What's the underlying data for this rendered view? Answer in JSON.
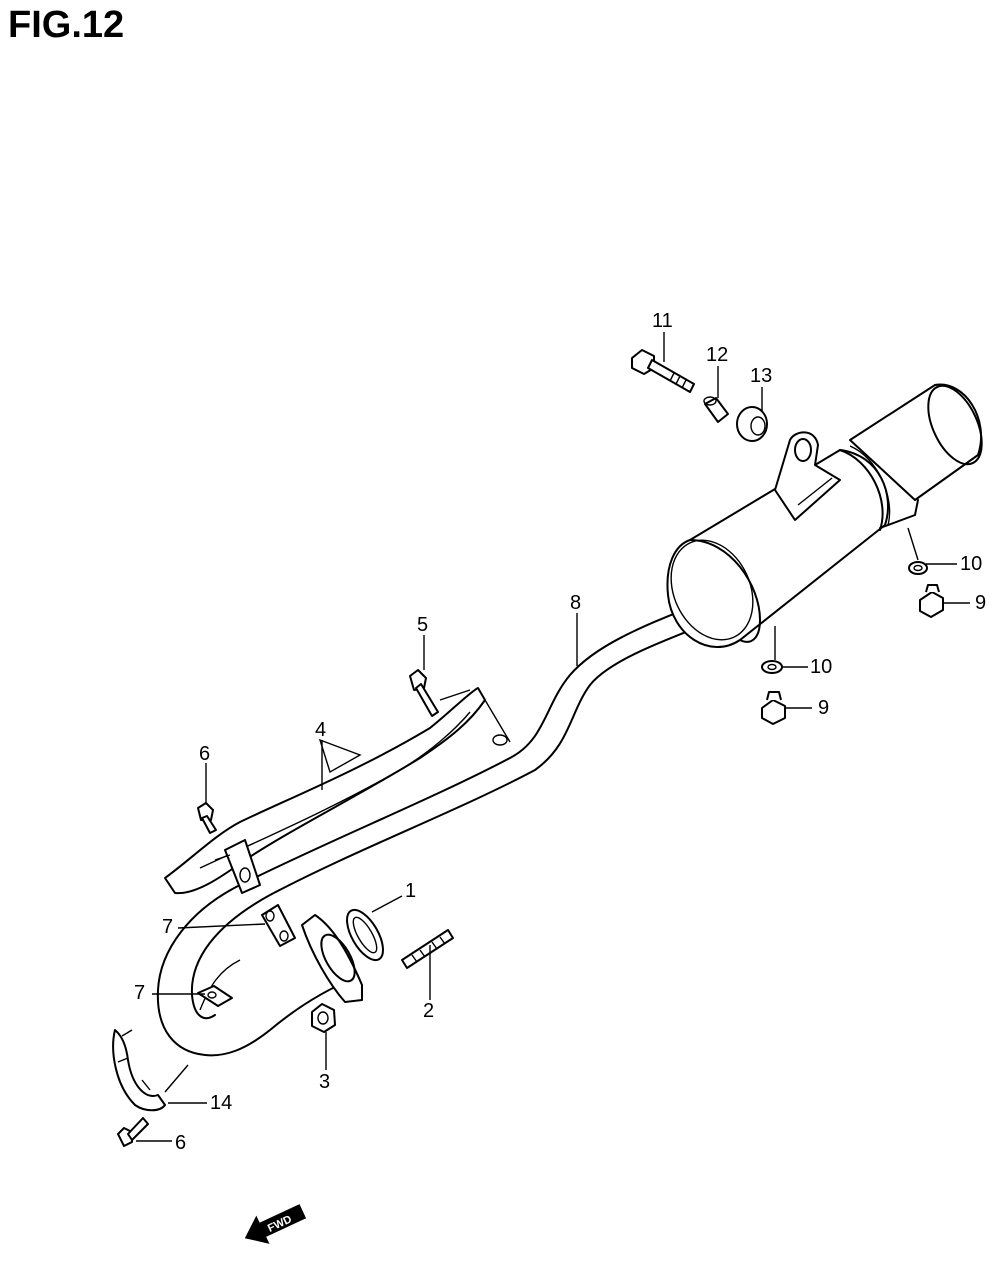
{
  "figure": {
    "title": "FIG.12"
  },
  "callouts": [
    {
      "id": "c1",
      "label": "1"
    },
    {
      "id": "c2",
      "label": "2"
    },
    {
      "id": "c3",
      "label": "3"
    },
    {
      "id": "c4",
      "label": "4"
    },
    {
      "id": "c5",
      "label": "5"
    },
    {
      "id": "c6a",
      "label": "6"
    },
    {
      "id": "c6b",
      "label": "6"
    },
    {
      "id": "c7a",
      "label": "7"
    },
    {
      "id": "c7b",
      "label": "7"
    },
    {
      "id": "c8",
      "label": "8"
    },
    {
      "id": "c9a",
      "label": "9"
    },
    {
      "id": "c9b",
      "label": "9"
    },
    {
      "id": "c10a",
      "label": "10"
    },
    {
      "id": "c10b",
      "label": "10"
    },
    {
      "id": "c11",
      "label": "11"
    },
    {
      "id": "c12",
      "label": "12"
    },
    {
      "id": "c13",
      "label": "13"
    },
    {
      "id": "c14",
      "label": "14"
    }
  ],
  "direction_arrow": {
    "label": "FWD",
    "icon": "fwd-arrow-icon"
  }
}
